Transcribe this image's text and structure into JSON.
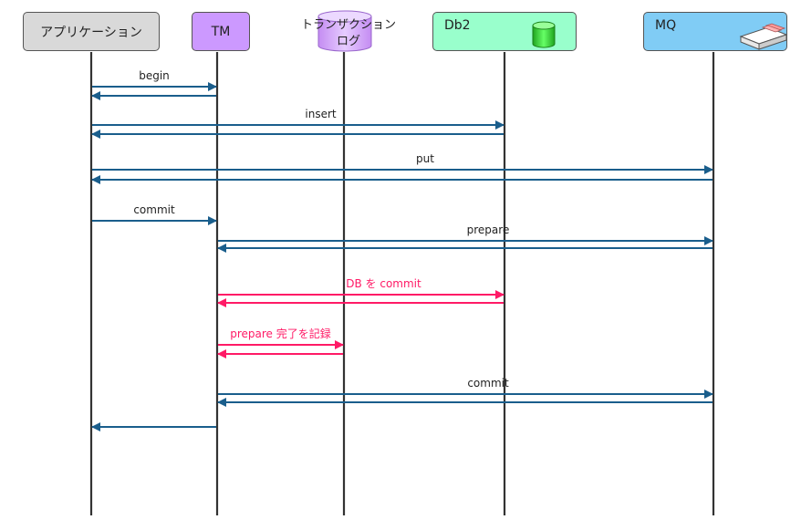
{
  "participants": [
    {
      "id": "app",
      "label": "アプリケーション"
    },
    {
      "id": "tm",
      "label": "TM"
    },
    {
      "id": "log",
      "label_line1": "トランザクション",
      "label_line2": "ログ"
    },
    {
      "id": "db2",
      "label": "Db2"
    },
    {
      "id": "mq",
      "label": "MQ"
    }
  ],
  "messages": [
    {
      "label": "begin",
      "from": "app",
      "to": "tm",
      "highlight": false
    },
    {
      "label": "",
      "from": "tm",
      "to": "app",
      "highlight": false
    },
    {
      "label": "insert",
      "from": "app",
      "to": "db2",
      "highlight": false
    },
    {
      "label": "",
      "from": "db2",
      "to": "app",
      "highlight": false
    },
    {
      "label": "put",
      "from": "app",
      "to": "mq",
      "highlight": false
    },
    {
      "label": "",
      "from": "mq",
      "to": "app",
      "highlight": false
    },
    {
      "label": "commit",
      "from": "app",
      "to": "tm",
      "highlight": false
    },
    {
      "label": "prepare",
      "from": "tm",
      "to": "mq",
      "highlight": false
    },
    {
      "label": "",
      "from": "mq",
      "to": "tm",
      "highlight": false
    },
    {
      "label": "DB を commit",
      "from": "tm",
      "to": "db2",
      "highlight": true
    },
    {
      "label": "",
      "from": "db2",
      "to": "tm",
      "highlight": true
    },
    {
      "label": "prepare 完了を記録",
      "from": "tm",
      "to": "log",
      "highlight": true
    },
    {
      "label": "",
      "from": "log",
      "to": "tm",
      "highlight": true
    },
    {
      "label": "commit",
      "from": "tm",
      "to": "mq",
      "highlight": false
    },
    {
      "label": "",
      "from": "mq",
      "to": "tm",
      "highlight": false
    },
    {
      "label": "",
      "from": "tm",
      "to": "app",
      "highlight": false
    }
  ],
  "colors": {
    "arrow": "#1a5e8c",
    "highlight": "#ff1a66",
    "lifeline": "#333333",
    "app_box": "#d9d9d9",
    "tm_box": "#cc99ff",
    "log_cylinder": "#d9b3ff",
    "db2_box": "#99ffcc",
    "mq_box": "#80ccf5",
    "db_icon": "#33cc33",
    "mq_icon": "#ff9999"
  },
  "icons": {
    "db2": "database-cylinder-icon",
    "mq": "message-queue-tray-icon"
  }
}
